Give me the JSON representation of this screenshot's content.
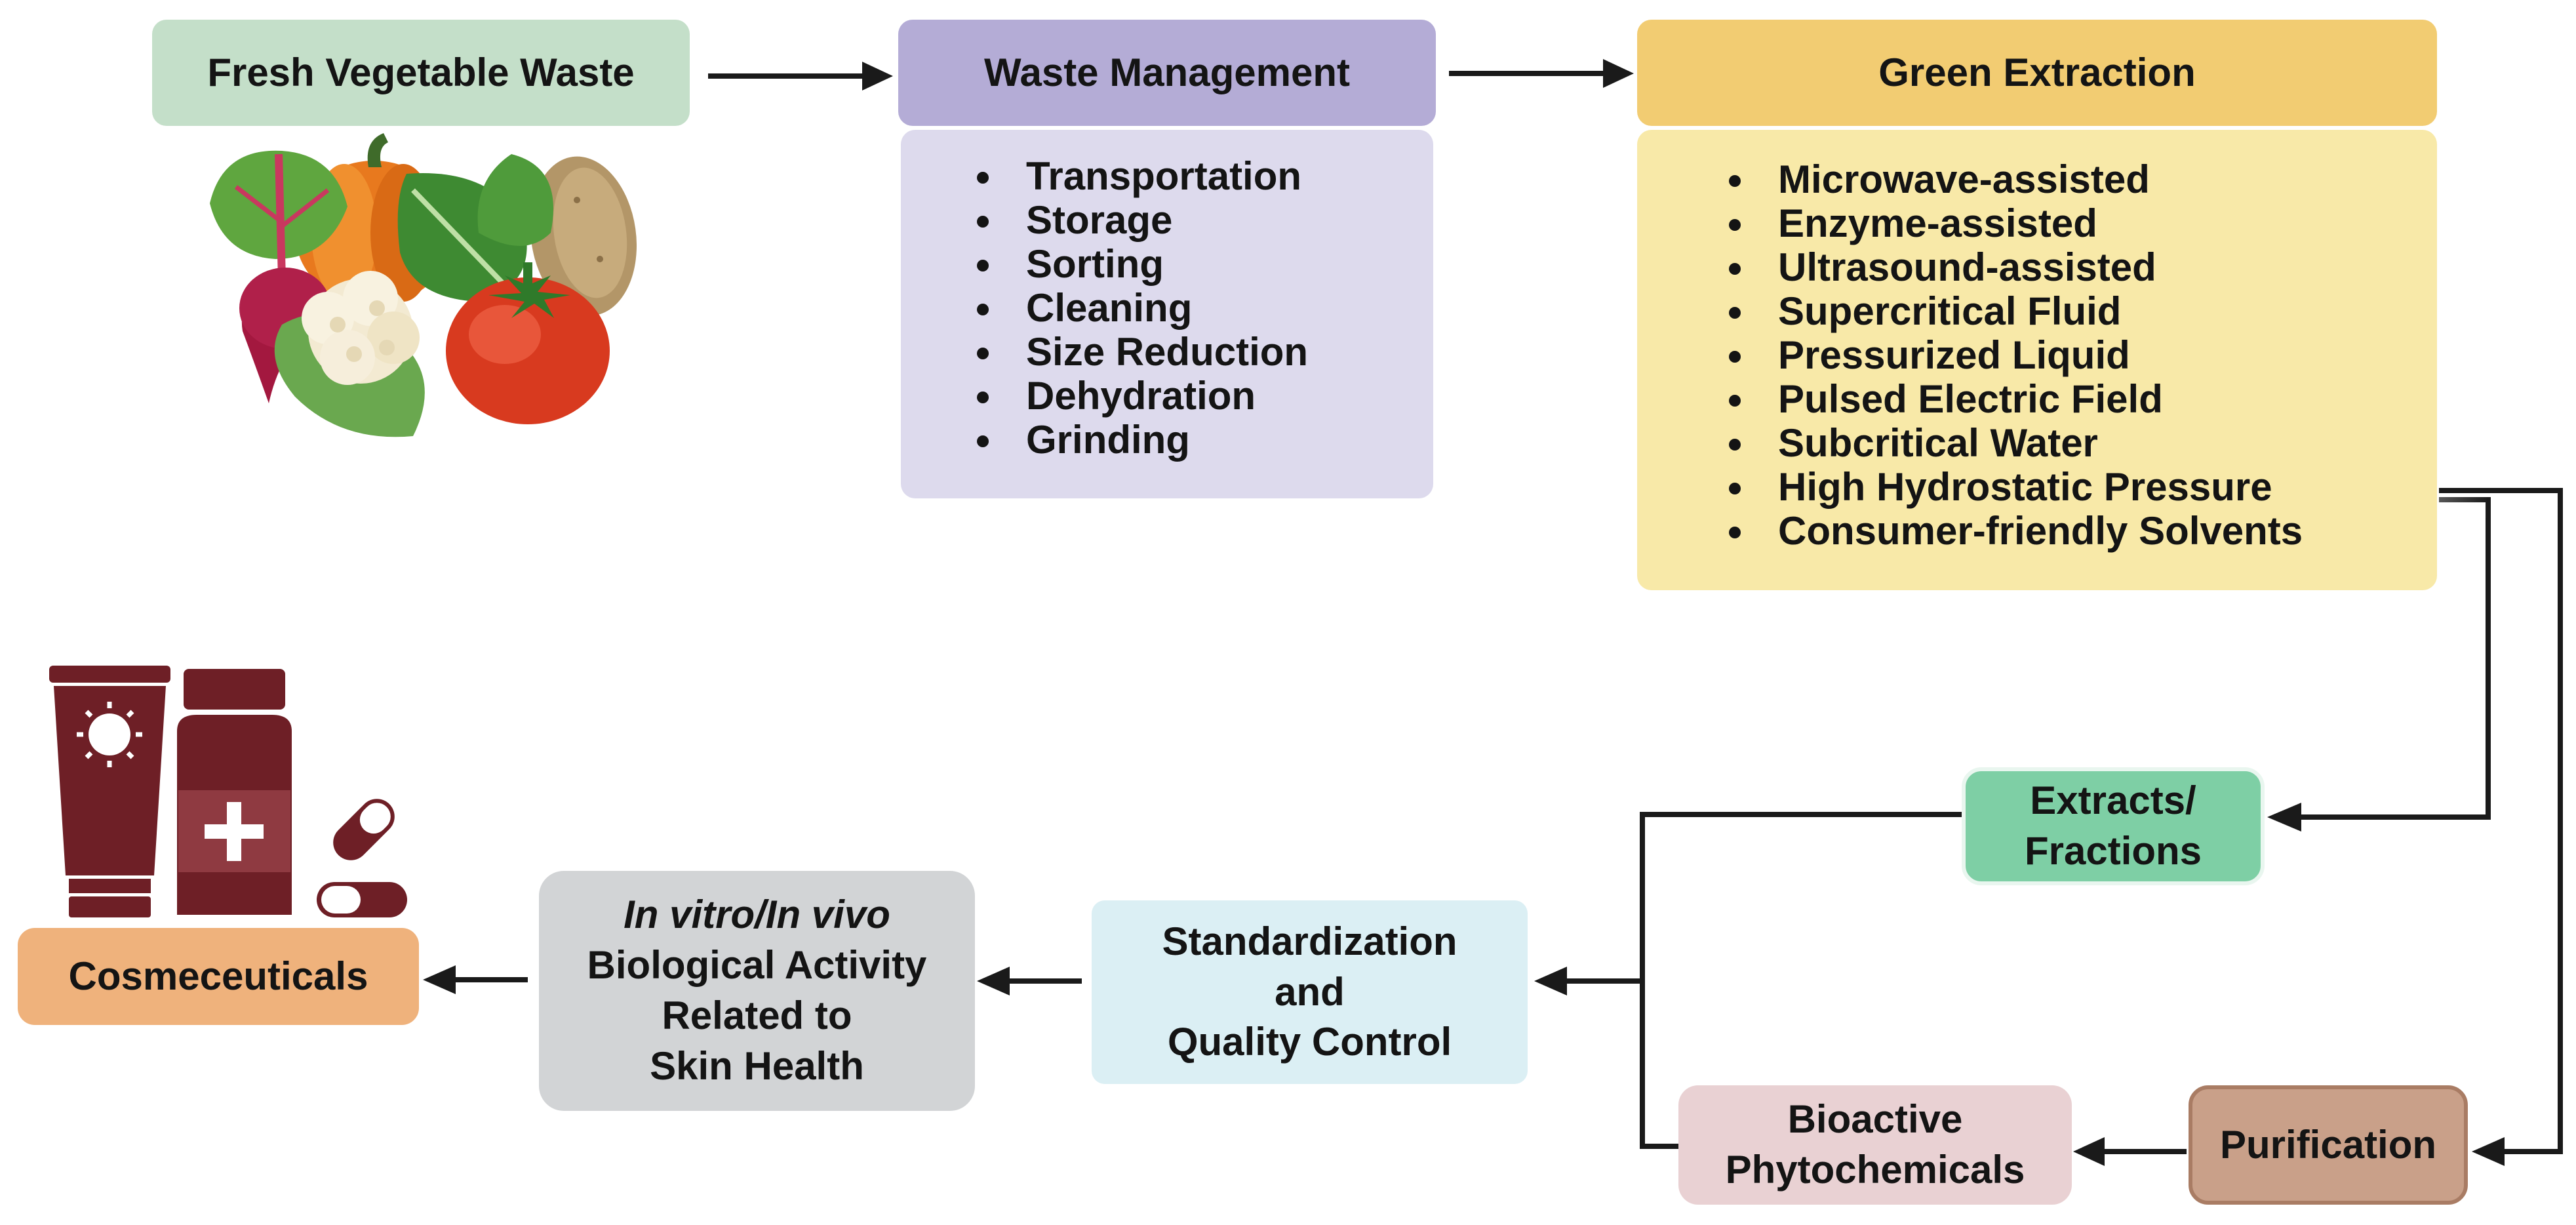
{
  "nodes": {
    "fresh_waste": "Fresh Vegetable Waste",
    "waste_management": {
      "title": "Waste Management",
      "items": [
        "Transportation",
        "Storage",
        "Sorting",
        "Cleaning",
        "Size Reduction",
        "Dehydration",
        "Grinding"
      ]
    },
    "green_extraction": {
      "title": "Green Extraction",
      "items": [
        "Microwave-assisted",
        "Enzyme-assisted",
        "Ultrasound-assisted",
        "Supercritical Fluid",
        "Pressurized Liquid",
        "Pulsed Electric Field",
        "Subcritical Water",
        "High Hydrostatic Pressure",
        "Consumer-friendly Solvents"
      ]
    },
    "extracts": "Extracts/\nFractions",
    "purification": "Purification",
    "bioactive": "Bioactive\nPhytochemicals",
    "standardization": "Standardization\nand\nQuality Control",
    "bio_activity": {
      "italic_line": "In vitro/In vivo",
      "rest": "Biological Activity\nRelated to\nSkin Health"
    },
    "cosmeceuticals": "Cosmeceuticals"
  },
  "colors": {
    "green_box": "#c4dfc9",
    "purple_header": "#b4acd6",
    "purple_list": "#dddaed",
    "orange_header": "#f2cc72",
    "yellow_list": "#f8e9a8",
    "teal_box": "#7ecfa5",
    "brown_box": "#c9a089",
    "pink_box": "#e9d1d3",
    "lightblue_box": "#dbeff4",
    "gray_box": "#d2d4d6",
    "peach_box": "#efb27c",
    "product_maroon": "#6e1f26"
  },
  "icons": [
    "vegetables-illustration",
    "sunscreen-tube-icon",
    "medicine-bottle-icon",
    "capsule-icon"
  ]
}
